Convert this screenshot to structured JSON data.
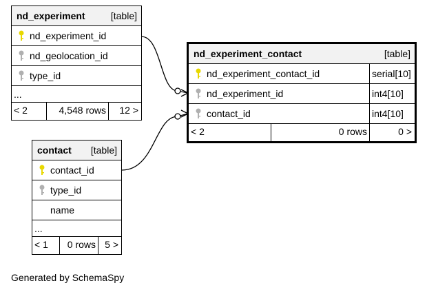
{
  "tables": {
    "nd_experiment": {
      "name": "nd_experiment",
      "tag": "[table]",
      "columns": [
        {
          "name": "nd_experiment_id",
          "key": "primary"
        },
        {
          "name": "nd_geolocation_id",
          "key": "foreign"
        },
        {
          "name": "type_id",
          "key": "foreign"
        }
      ],
      "ellipsis": "...",
      "footer": {
        "parents": "< 2",
        "rows": "4,548 rows",
        "children": "12 >"
      }
    },
    "nd_experiment_contact": {
      "name": "nd_experiment_contact",
      "tag": "[table]",
      "columns": [
        {
          "name": "nd_experiment_contact_id",
          "type": "serial[10]",
          "key": "primary"
        },
        {
          "name": "nd_experiment_id",
          "type": "int4[10]",
          "key": "foreign"
        },
        {
          "name": "contact_id",
          "type": "int4[10]",
          "key": "foreign"
        }
      ],
      "footer": {
        "parents": "< 2",
        "rows": "0 rows",
        "children": "0 >"
      }
    },
    "contact": {
      "name": "contact",
      "tag": "[table]",
      "columns": [
        {
          "name": "contact_id",
          "key": "primary"
        },
        {
          "name": "type_id",
          "key": "foreign"
        },
        {
          "name": "name",
          "key": "none"
        }
      ],
      "ellipsis": "...",
      "footer": {
        "parents": "< 1",
        "rows": "0 rows",
        "children": "5 >"
      }
    }
  },
  "colors": {
    "primary_key": "#e8d800",
    "foreign_key": "#b0b0b0",
    "header_bg": "#f2f2f2"
  },
  "footer_text": "Generated by SchemaSpy"
}
